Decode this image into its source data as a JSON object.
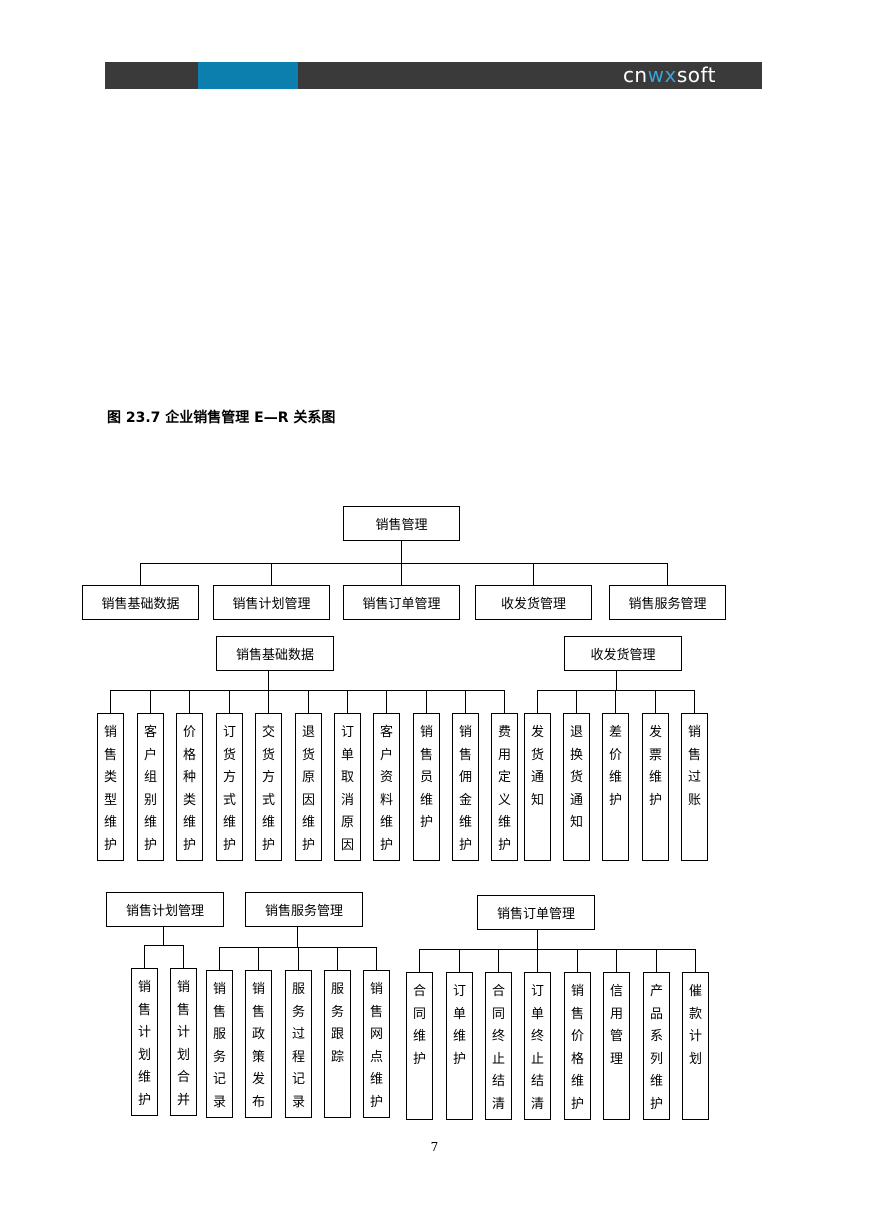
{
  "header": {
    "logo_parts": [
      "cn",
      "wx",
      "soft"
    ]
  },
  "caption": "图 23.7 企业销售管理 E—R 关系图",
  "root": "销售管理",
  "top_modules": [
    "销售基础数据",
    "销售计划管理",
    "销售订单管理",
    "收发货管理",
    "销售服务管理"
  ],
  "groups": {
    "base_data": {
      "title": "销售基础数据",
      "items": [
        "销售类型维护",
        "客户组别维护",
        "价格种类维护",
        "订货方式维护",
        "交货方式维护",
        "退货原因维护",
        "订单取消原因",
        "客户资料维护",
        "销售员维护",
        "销售佣金维护",
        "费用定义维护"
      ]
    },
    "shipping": {
      "title": "收发货管理",
      "items": [
        "发货通知",
        "退换货通知",
        "差价维护",
        "发票维护",
        "销售过账"
      ]
    },
    "plan": {
      "title": "销售计划管理",
      "items": [
        "销售计划维护",
        "销售计划合并"
      ]
    },
    "service": {
      "title": "销售服务管理",
      "items": [
        "销售服务记录",
        "销售政策发布",
        "服务过程记录",
        "服务跟踪",
        "销售网点维护"
      ]
    },
    "order": {
      "title": "销售订单管理",
      "items": [
        "合同维护",
        "订单维护",
        "合同终止结清",
        "订单终止结清",
        "销售价格维护",
        "信用管理",
        "产品系列维护",
        "催款计划"
      ]
    }
  },
  "page_number": "7"
}
